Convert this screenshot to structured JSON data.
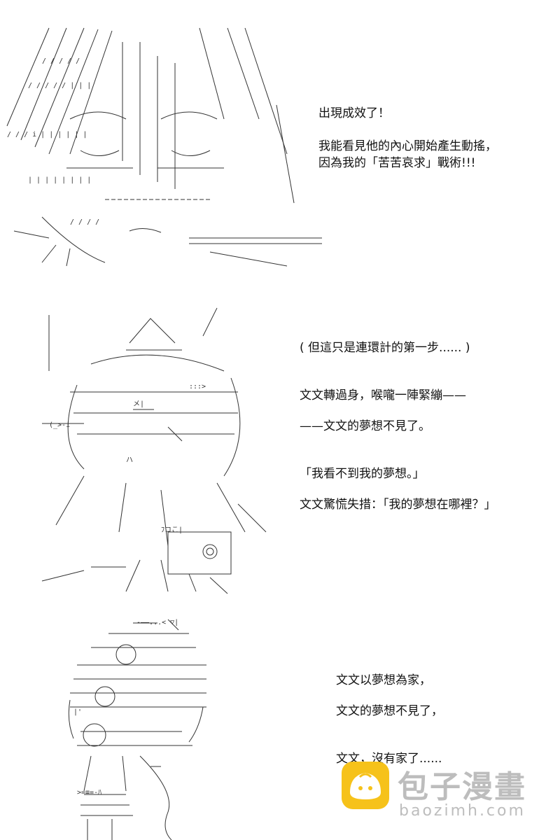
{
  "panel1": {
    "lines": [
      "出現成效了！",
      "我能看見他的內心開始產生動搖，",
      "因為我的「苦苦哀求」戰術!!!"
    ]
  },
  "panel2": {
    "lines": [
      "( 但這只是連環計的第一步...... )",
      "文文轉過身，喉嚨一陣緊繃——",
      "——文文的夢想不見了。",
      "「我看不到我的夢想。」",
      "文文驚慌失措：「我的夢想在哪裡？」"
    ]
  },
  "panel3": {
    "lines": [
      "文文以夢想為家，",
      "文文的夢想不見了，",
      "文文，沒有家了......"
    ]
  },
  "watermark": {
    "title": "包子漫畫",
    "url": "baozimh.com",
    "logo_icon": "steamed-bun-icon",
    "colors": {
      "logo": "#f6c21a",
      "text": "#bdbdbd"
    }
  }
}
